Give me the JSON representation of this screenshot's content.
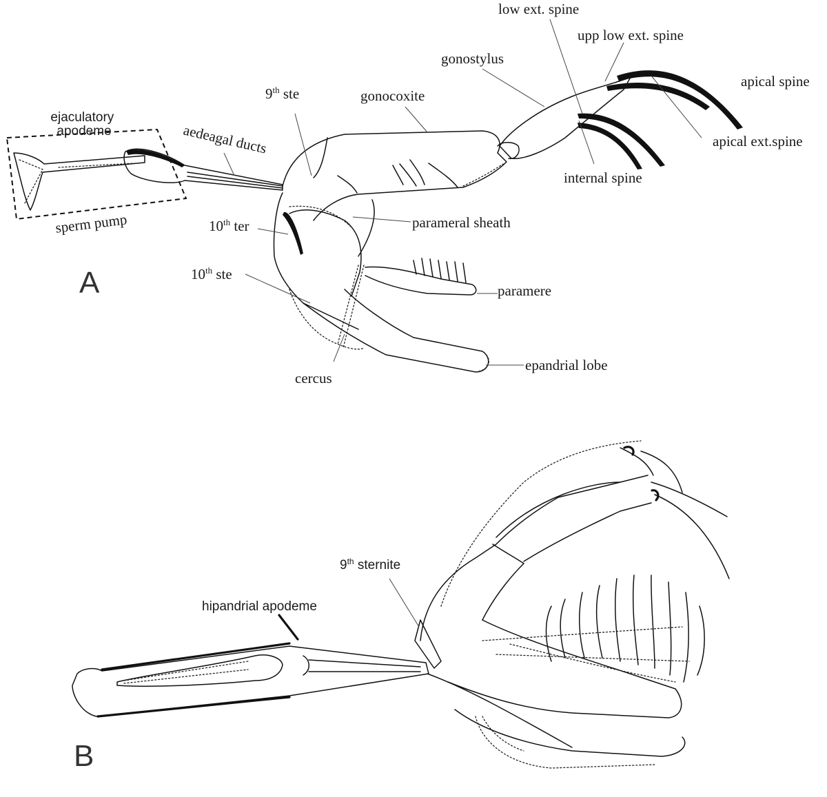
{
  "panels": {
    "a": {
      "letter": "A",
      "labels": {
        "ejaculatory_apodeme": [
          "ejaculatory",
          "apodeme"
        ],
        "sperm_pump": "sperm pump",
        "aedeagal_ducts": "aedeagal ducts",
        "ninth_ste": {
          "num": "9",
          "sup": "th",
          "rest": " ste"
        },
        "gonocoxite": "gonocoxite",
        "gonostylus": "gonostylus",
        "low_ext_spine": "low ext. spine",
        "upp_low_ext_spine": "upp low ext. spine",
        "apical_spine": "apical spine",
        "apical_ext_spine": "apical ext.spine",
        "internal_spine": "internal spine",
        "parameral_sheath": "parameral sheath",
        "tenth_ter": {
          "num": "10",
          "sup": "th",
          "rest": " ter"
        },
        "tenth_ste": {
          "num": "10",
          "sup": "th",
          "rest": " ste"
        },
        "paramere": "paramere",
        "epandrial_lobe": "epandrial lobe",
        "cercus": "cercus"
      }
    },
    "b": {
      "letter": "B",
      "labels": {
        "ninth_sternite": {
          "num": "9",
          "sup": "th",
          "rest": " sternite"
        },
        "hipandrial_apodeme": "hipandrial apodeme"
      }
    }
  },
  "colors": {
    "ink": "#111111",
    "background": "#ffffff"
  }
}
